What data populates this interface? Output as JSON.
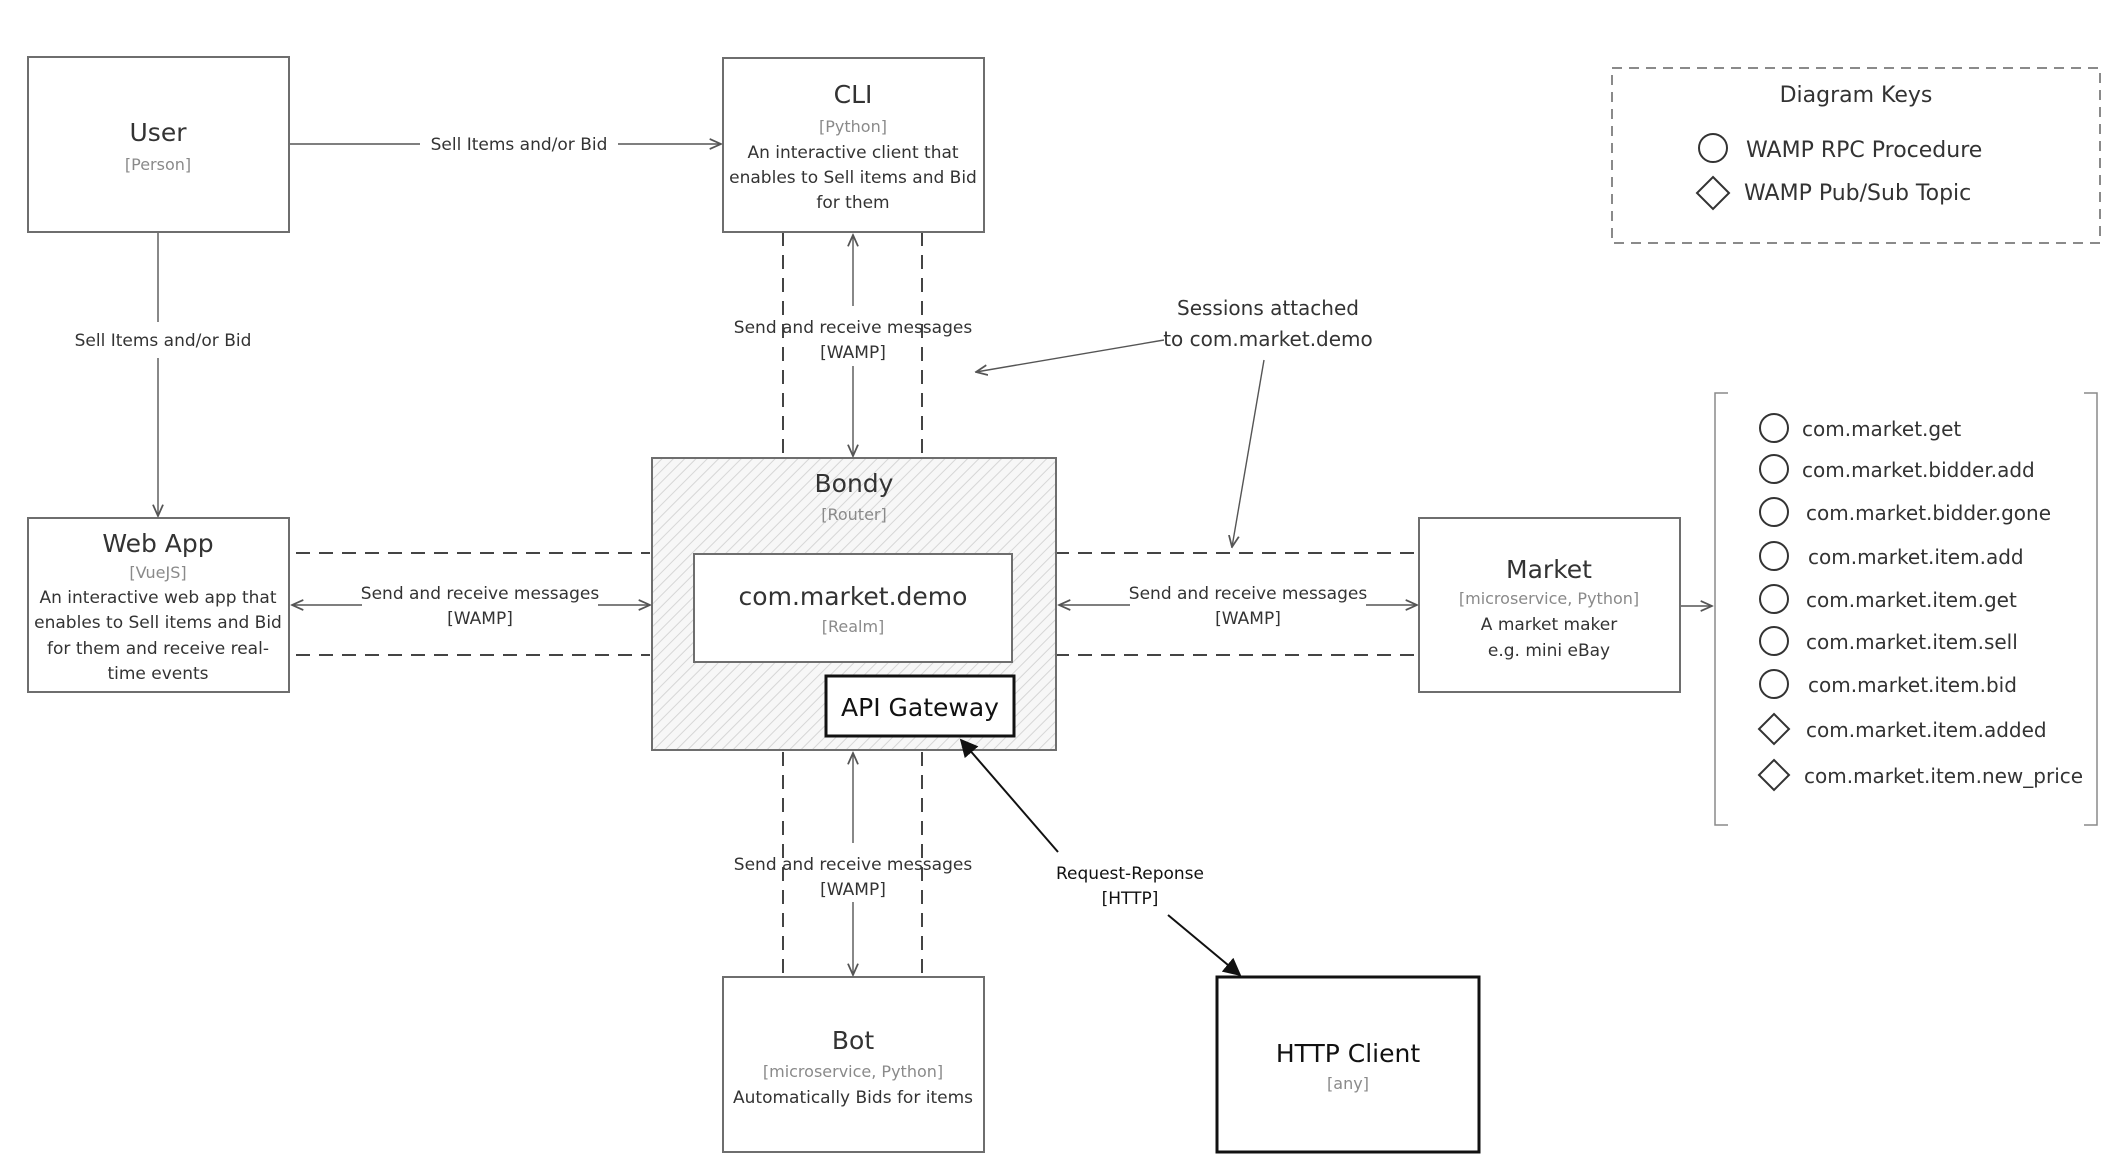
{
  "nodes": {
    "user": {
      "title": "User",
      "tech": "[Person]",
      "desc": []
    },
    "cli": {
      "title": "CLI",
      "tech": "[Python]",
      "desc": [
        "An interactive client that",
        "enables to Sell items and Bid",
        "for them"
      ]
    },
    "webapp": {
      "title": "Web App",
      "tech": "[VueJS]",
      "desc": [
        "An interactive web app that",
        "enables to Sell items and Bid",
        "for them and receive real-",
        "time events"
      ]
    },
    "bondy": {
      "title": "Bondy",
      "tech": "[Router]"
    },
    "realm": {
      "title": "com.market.demo",
      "tech": "[Realm]"
    },
    "gateway": {
      "title": "API Gateway"
    },
    "market": {
      "title": "Market",
      "tech": "[microservice, Python]",
      "desc": [
        "A market maker",
        "e.g. mini eBay"
      ]
    },
    "bot": {
      "title": "Bot",
      "tech": "[microservice, Python]",
      "desc": [
        "Automatically Bids for items"
      ]
    },
    "http": {
      "title": "HTTP Client",
      "tech": "[any]"
    }
  },
  "edges": {
    "user_cli": "Sell Items and/or Bid",
    "user_webapp": "Sell Items and/or Bid",
    "cli_bondy": [
      "Send and receive messages",
      "[WAMP]"
    ],
    "webapp_bondy": [
      "Send and receive messages",
      "[WAMP]"
    ],
    "bondy_market": [
      "Send and receive messages",
      "[WAMP]"
    ],
    "bot_bondy": [
      "Send and receive messages",
      "[WAMP]"
    ],
    "http_gateway": [
      "Request-Reponse",
      "[HTTP]"
    ]
  },
  "annotation": [
    "Sessions attached",
    "to com.market.demo"
  ],
  "keys": {
    "title": "Diagram Keys",
    "items": [
      {
        "shape": "circle",
        "label": "WAMP RPC Procedure"
      },
      {
        "shape": "diamond",
        "label": "WAMP Pub/Sub Topic"
      }
    ]
  },
  "market_api": [
    {
      "shape": "circle",
      "label": "com.market.get"
    },
    {
      "shape": "circle",
      "label": "com.market.bidder.add"
    },
    {
      "shape": "circle",
      "label": "com.market.bidder.gone"
    },
    {
      "shape": "circle",
      "label": "com.market.item.add"
    },
    {
      "shape": "circle",
      "label": "com.market.item.get"
    },
    {
      "shape": "circle",
      "label": "com.market.item.sell"
    },
    {
      "shape": "circle",
      "label": "com.market.item.bid"
    },
    {
      "shape": "diamond",
      "label": "com.market.item.added"
    },
    {
      "shape": "diamond",
      "label": "com.market.item.new_price"
    }
  ]
}
